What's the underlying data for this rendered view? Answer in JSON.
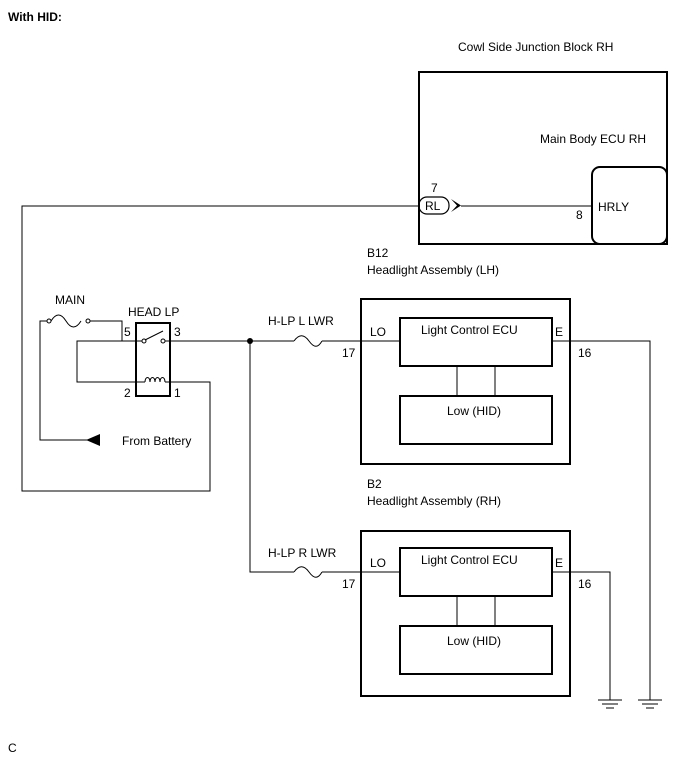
{
  "heading": "With HID:",
  "cowl": {
    "title": "Cowl Side Junction Block RH",
    "ecu_label": "Main Body ECU RH",
    "hrly_label": "HRLY",
    "rl_label": "RL",
    "pin_rl": "7",
    "pin_hrly": "8"
  },
  "fuse_main": {
    "label": "MAIN"
  },
  "relay": {
    "label": "HEAD LP",
    "pin5": "5",
    "pin3": "3",
    "pin2": "2",
    "pin1": "1"
  },
  "from_battery": "From Battery",
  "lh": {
    "code": "B12",
    "title": "Headlight Assembly (LH)",
    "fuse_label": "H-LP L LWR",
    "pin_lo": "17",
    "pin_e": "16",
    "lo_label": "LO",
    "e_label": "E",
    "ecu_label": "Light Control ECU",
    "low_label": "Low (HID)"
  },
  "rh": {
    "code": "B2",
    "title": "Headlight Assembly (RH)",
    "fuse_label": "H-LP R LWR",
    "pin_lo": "17",
    "pin_e": "16",
    "lo_label": "LO",
    "e_label": "E",
    "ecu_label": "Light Control ECU",
    "low_label": "Low (HID)"
  },
  "footer_code": "C"
}
